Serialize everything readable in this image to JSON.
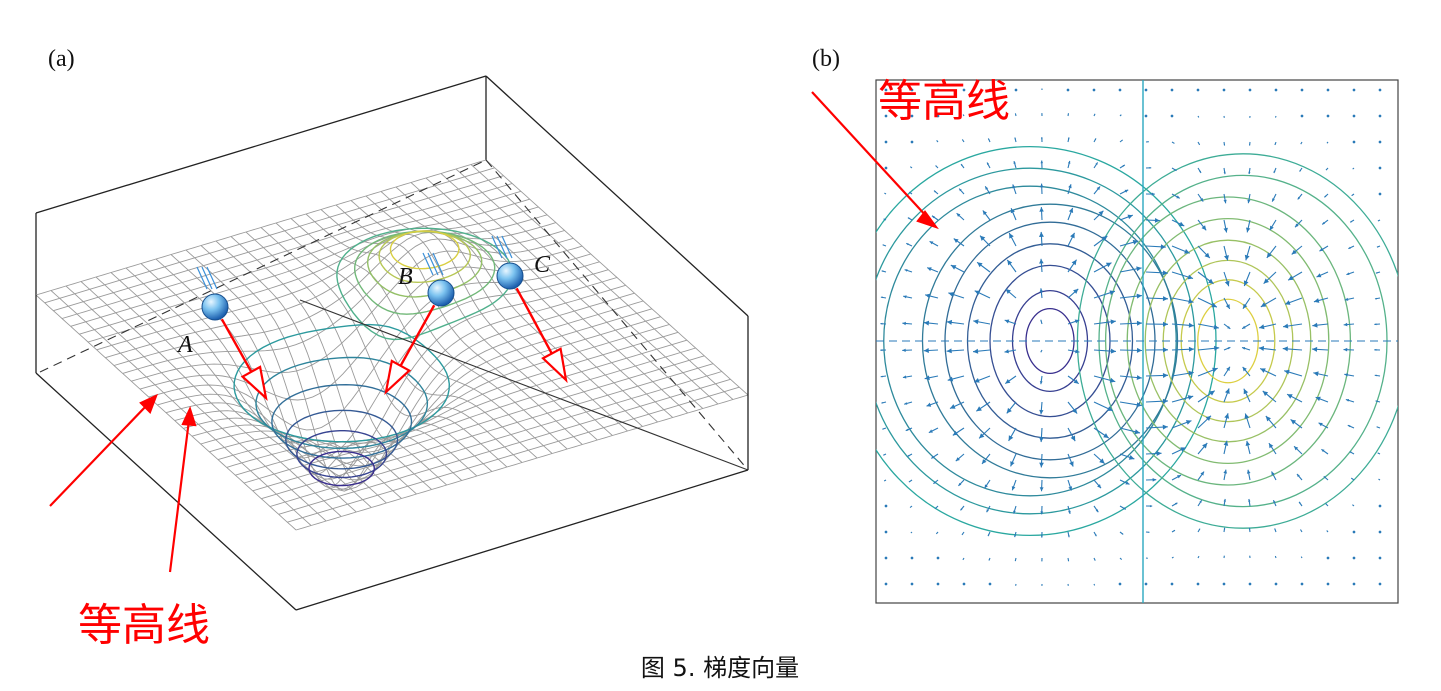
{
  "panel_a": {
    "label": "(a)",
    "point_labels": [
      "A",
      "B",
      "C"
    ],
    "contour_label": "等高线"
  },
  "panel_b": {
    "label": "(b)",
    "contour_label": "等高线"
  },
  "caption": "图 5. 梯度向量",
  "colors": {
    "annotation": "#ff0000",
    "grid": "#9a9a9a",
    "box": "#222222",
    "ball": "#3a8fd8",
    "quiver": "#2a7ab8",
    "contour_low": "#3b1f8c",
    "contour_mid": "#2aa8a0",
    "contour_high": "#e8d23a"
  }
}
